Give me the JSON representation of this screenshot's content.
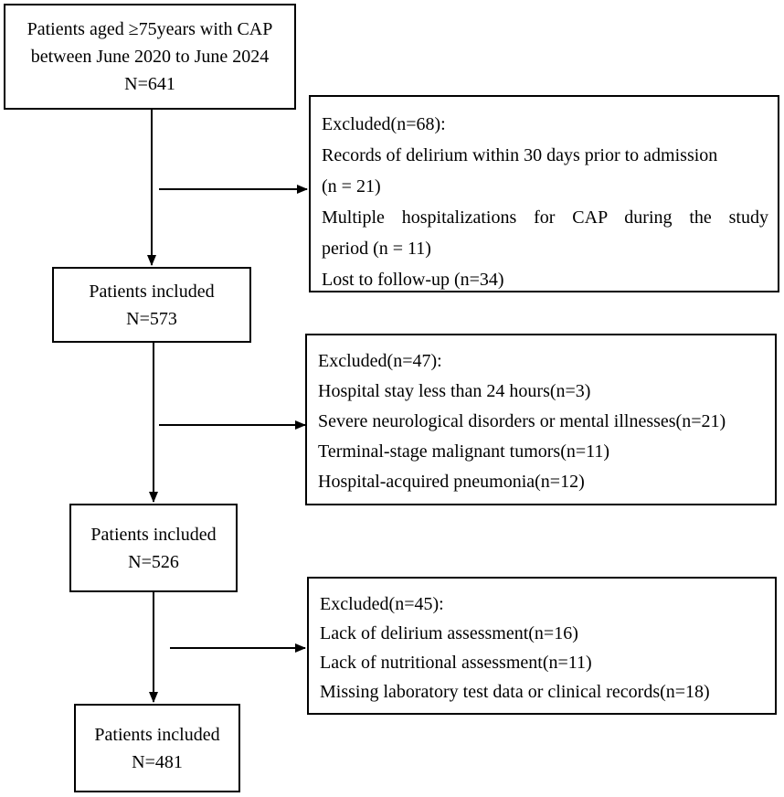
{
  "diagram": {
    "start": {
      "lines": [
        "Patients aged ≥75years with CAP",
        "between June 2020 to June 2024",
        "N=641"
      ]
    },
    "excluded1": {
      "lines": [
        "Excluded(n=68):",
        "Records of delirium within 30 days prior to admission",
        "(n = 21)",
        "Multiple hospitalizations for CAP during the study",
        "period (n = 11)",
        "Lost to follow-up (n=34)"
      ]
    },
    "included1": {
      "lines": [
        "Patients included",
        "N=573"
      ]
    },
    "excluded2": {
      "lines": [
        "Excluded(n=47):",
        "Hospital stay less than 24 hours(n=3)",
        "Severe neurological disorders or mental illnesses(n=21)",
        "Terminal-stage malignant tumors(n=11)",
        "Hospital-acquired pneumonia(n=12)"
      ]
    },
    "included2": {
      "lines": [
        "Patients included",
        "N=526"
      ]
    },
    "excluded3": {
      "lines": [
        "Excluded(n=45):",
        "Lack of delirium assessment(n=16)",
        "Lack of nutritional assessment(n=11)",
        "Missing laboratory test data or clinical records(n=18)"
      ]
    },
    "included3": {
      "lines": [
        "Patients included",
        "N=481"
      ]
    }
  }
}
